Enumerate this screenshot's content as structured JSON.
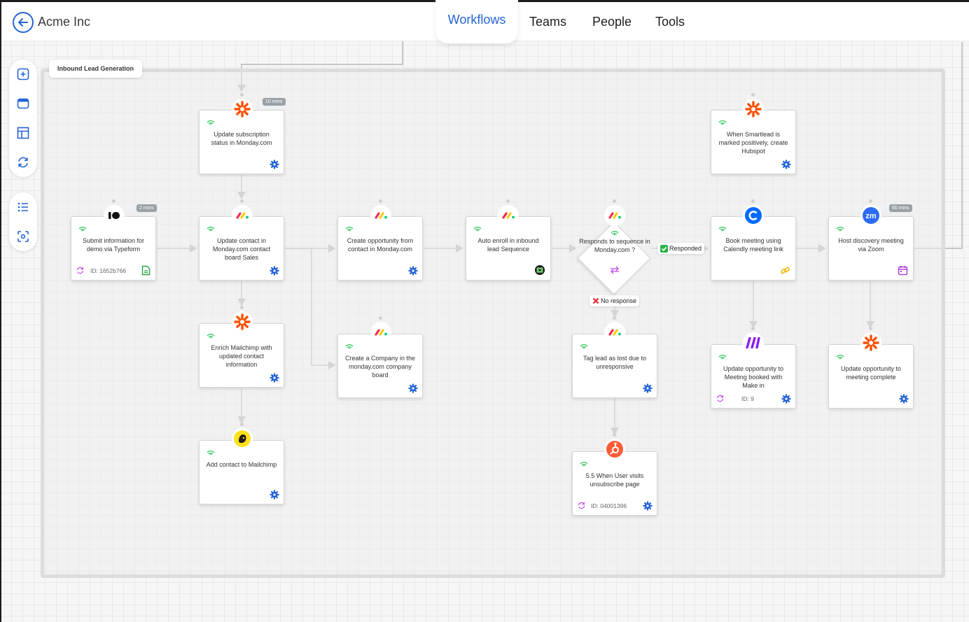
{
  "header": {
    "company": "Acme Inc",
    "tabs": [
      {
        "label": "Workflows",
        "active": true
      },
      {
        "label": "Teams"
      },
      {
        "label": "People"
      },
      {
        "label": "Tools"
      }
    ]
  },
  "toolbar": {
    "group1": [
      "add-icon",
      "window-icon",
      "layout-icon",
      "sync-icon"
    ],
    "group2": [
      "list-icon",
      "focus-icon"
    ]
  },
  "group": {
    "label": "Inbound Lead Generation"
  },
  "nodes": {
    "update_subscription": {
      "text": "Update subscription status in Monday.com",
      "badge": "10 mins"
    },
    "submit_info": {
      "text": "Submit information for demo via Typeform",
      "badge": "2 mins",
      "id": "ID: 1652b766"
    },
    "update_contact": {
      "text": "Update contact in Monday.com contact board Sales"
    },
    "enrich_mailchimp": {
      "text": "Enrich Mailchimp with updated contact information"
    },
    "add_contact": {
      "text": "Add contact to Mailchimp"
    },
    "create_opportunity": {
      "text": "Create opportunity from contact in Monday.com"
    },
    "create_company": {
      "text": "Create a Company in the monday.com company board"
    },
    "auto_enroll": {
      "text": "Auto enroll in inbound lead Sequence"
    },
    "responds_decision": {
      "text": "Responds to sequence in Monday.com ?"
    },
    "tag_lead": {
      "text": "Tag lead as lost due to unresponsive"
    },
    "user_visits": {
      "text": "5.5 When User visits unsubscribe page",
      "id": "ID: 04001396"
    },
    "smartlead": {
      "text": "When Smartlead is marked positively, create Hubspot"
    },
    "book_meeting": {
      "text": "Book meeting using Calendly meeting link"
    },
    "update_opportunity_make": {
      "text": "Update opportunity to Meeting booked with Make in",
      "id": "ID: 9"
    },
    "host_discovery": {
      "text": "Host discovery meeting via Zoom",
      "badge": "60 mins"
    },
    "update_opportunity_complete": {
      "text": "Update opportunity to meeting complete"
    }
  },
  "labels": {
    "responded": "Responded",
    "no_response": "No response"
  },
  "colors": {
    "accent": "#2564d6",
    "zapier": "#ff4f00",
    "signal_green": "#34c759",
    "edge": "#b5b5b5"
  }
}
